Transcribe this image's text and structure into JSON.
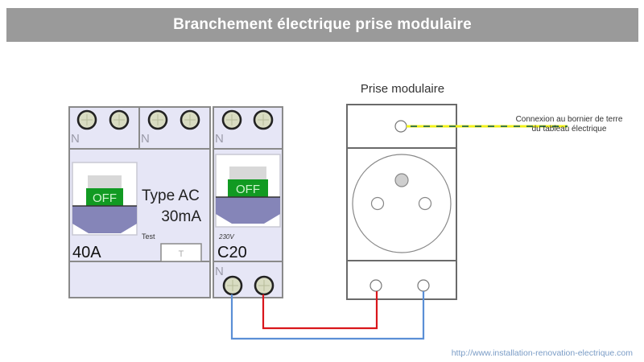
{
  "header": {
    "title": "Branchement électrique prise modulaire"
  },
  "differential_breaker": {
    "terminal_labels": [
      "N",
      "N"
    ],
    "switch_label": "OFF",
    "type_label": "Type AC",
    "sensitivity_label": "30mA",
    "test_label": "Test",
    "test_button_label": "T",
    "rating_label": "40A"
  },
  "circuit_breaker": {
    "top_terminal_label": "N",
    "switch_label": "OFF",
    "voltage_label": "230V",
    "rating_label": "C20",
    "bottom_terminal_label": "N"
  },
  "socket": {
    "title": "Prise modulaire",
    "earth_note_line1": "Connexion au bornier de terre",
    "earth_note_line2": "du tableau électrique"
  },
  "wires": {
    "phase_color": "#d9161b",
    "neutral_color": "#5b8fd6",
    "earth_color_primary": "#f2f21a",
    "earth_color_secondary": "#3c7a45"
  },
  "footer": {
    "url": "http://www.installation-renovation-electrique.com"
  },
  "colors": {
    "module_fill": "#e6e6f6",
    "module_stroke": "#8a8a8a",
    "switch_green": "#119a22",
    "switch_base": "#8585b8",
    "title_bar": "#9a9a9a"
  }
}
